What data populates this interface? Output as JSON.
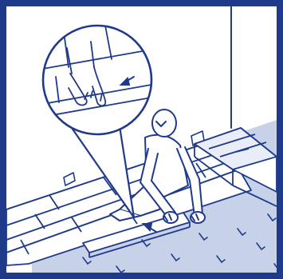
{
  "illustration": {
    "subject": "person-installing-laminate-floor-planks",
    "icons": [
      "frame",
      "wall-corner",
      "floor-planks",
      "underlay-film",
      "plank-stack",
      "spacer-wedge",
      "kneeling-installer",
      "push-direction-arrow",
      "magnifier-callout",
      "joint-marker"
    ]
  },
  "colors": {
    "frame": "#1f3a8a",
    "line": "#1f3a8a",
    "underlay": "#c7d1e8",
    "paper": "#ffffff"
  }
}
